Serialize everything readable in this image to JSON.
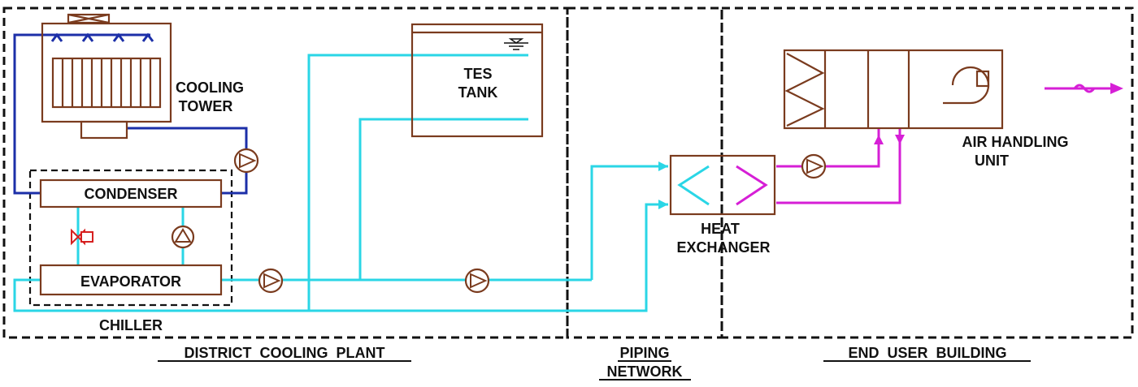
{
  "labels": {
    "cooling_tower_line1": "COOLING",
    "cooling_tower_line2": "TOWER",
    "condenser": "CONDENSER",
    "evaporator": "EVAPORATOR",
    "chiller": "CHILLER",
    "tes_line1": "TES",
    "tes_line2": "TANK",
    "heat_exchanger_line1": "HEAT",
    "heat_exchanger_line2": "EXCHANGER",
    "ahu_line1": "AIR  HANDLING",
    "ahu_line2": "UNIT",
    "district_cooling_plant": "DISTRICT  COOLING  PLANT",
    "piping_network_line1": "PIPING",
    "piping_network_line2": "NETWORK",
    "end_user_building": "END  USER  BUILDING"
  },
  "colors": {
    "chilled_water": "#2ad6e6",
    "condenser_water": "#1c2fa8",
    "air_side_water": "#d61fd6",
    "equipment": "#7a3b1e",
    "expansion_valve": "#d62020"
  },
  "icons": {
    "pump": "pump-icon",
    "fan": "fan-icon",
    "valve": "expansion-valve-icon",
    "spray": "spray-nozzle-icon"
  }
}
